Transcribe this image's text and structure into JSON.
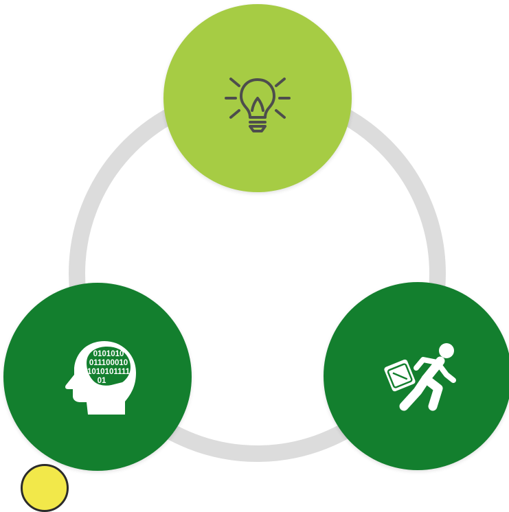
{
  "colors": {
    "ring": "#dcdcdc",
    "node_light_green": "#a6cc44",
    "node_dark_green": "#137f2e",
    "icon_dark_gray": "#4d4d4d",
    "icon_white": "#ffffff",
    "badge_yellow": "#f2e84a"
  },
  "nodes": [
    {
      "id": "top",
      "icon": "lightbulb-icon"
    },
    {
      "id": "left",
      "icon": "binary-head-icon"
    },
    {
      "id": "right",
      "icon": "running-businessman-icon"
    }
  ],
  "brain_binary_lines": [
    "0101010",
    "011100010",
    "1010101111",
    "01"
  ]
}
